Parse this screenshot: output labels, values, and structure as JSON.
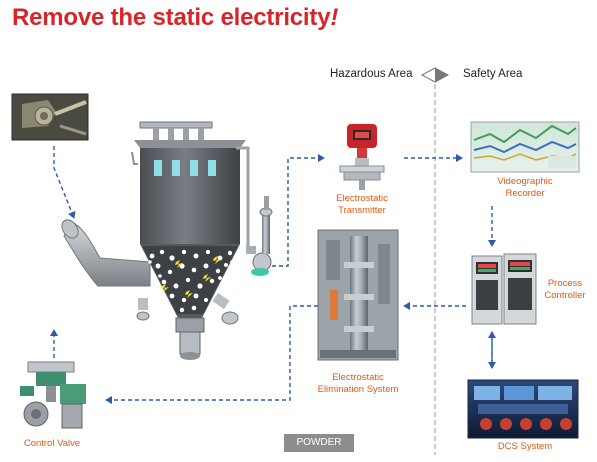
{
  "title": {
    "text": "Remove the static electricity",
    "suffix": "!"
  },
  "areas": {
    "hazardous": "Hazardous Area",
    "safety": "Safety Area"
  },
  "components": {
    "transmitter": {
      "line1": "Electrostatic",
      "line2": "Transmitter"
    },
    "recorder": {
      "line1": "Videographic",
      "line2": "Recorder"
    },
    "controller": {
      "line1": "Process",
      "line2": "Controller"
    },
    "elimination": {
      "line1": "Electrostatic",
      "line2": "Elimination System"
    },
    "valve": {
      "label": "Control Valve"
    },
    "dcs": {
      "label": "DCS System"
    }
  },
  "tag": {
    "powder": "POWDER"
  },
  "colors": {
    "title": "#d7262b",
    "caption": "#e05a12",
    "arrow": "#2e5aa8"
  }
}
